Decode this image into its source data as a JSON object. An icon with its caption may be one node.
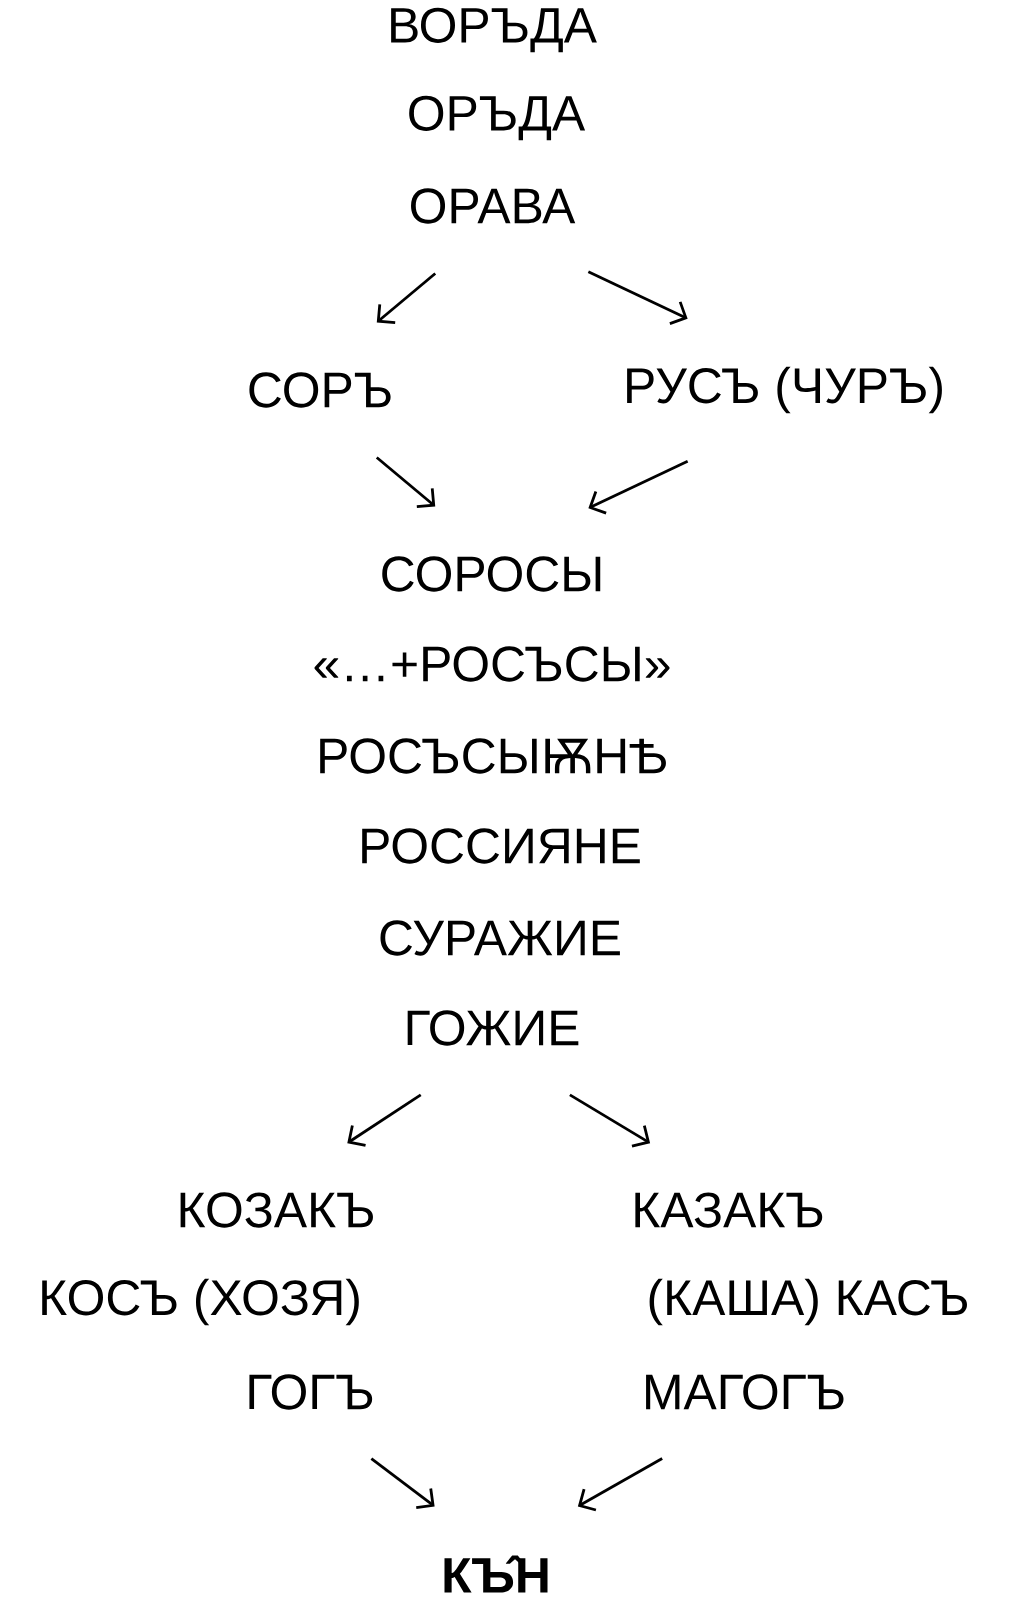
{
  "diagram": {
    "nodes": [
      {
        "text": [
          "ВОРЪДА"
        ]
      },
      {
        "text": [
          "ОРЪДА"
        ]
      },
      {
        "text": [
          "ОРАВА"
        ]
      },
      {
        "text": [
          "СОРЪ"
        ]
      },
      {
        "text": [
          "РУСЪ (ЧУРЪ)"
        ]
      },
      {
        "text": [
          "СОРОСЫ"
        ]
      },
      {
        "text": [
          "«…+РОСЪСЫ»"
        ]
      },
      {
        "text": [
          "РОСЪСЫѬНѢ"
        ]
      },
      {
        "text": [
          "РОССИЯНЕ"
        ]
      },
      {
        "text": [
          "СУРАЖИЕ"
        ]
      },
      {
        "text": [
          "ГОЖИЕ"
        ]
      },
      {
        "text": [
          "КОЗАКЪ"
        ]
      },
      {
        "text": [
          "КАЗАКЪ"
        ]
      },
      {
        "text": [
          "КОСЪ (ХОЗЯ)"
        ]
      },
      {
        "text": [
          "(КАША) КАСЪ"
        ]
      },
      {
        "text": [
          "ГОГЪ"
        ]
      },
      {
        "text": [
          "МАГОГЪ"
        ]
      },
      {
        "text": [
          "КЪ̂Н"
        ]
      }
    ],
    "edges": [
      {
        "from": 2,
        "to": 3,
        "arrow": "to"
      },
      {
        "from": 2,
        "to": 4,
        "arrow": "to"
      },
      {
        "from": 3,
        "to": 5,
        "arrow": "to"
      },
      {
        "from": 4,
        "to": 5,
        "arrow": "to"
      },
      {
        "from": 10,
        "to": 11,
        "arrow": "to"
      },
      {
        "from": 10,
        "to": 12,
        "arrow": "to"
      },
      {
        "from": 15,
        "to": 17,
        "arrow": "to"
      },
      {
        "from": 16,
        "to": 17,
        "arrow": "to"
      }
    ]
  }
}
